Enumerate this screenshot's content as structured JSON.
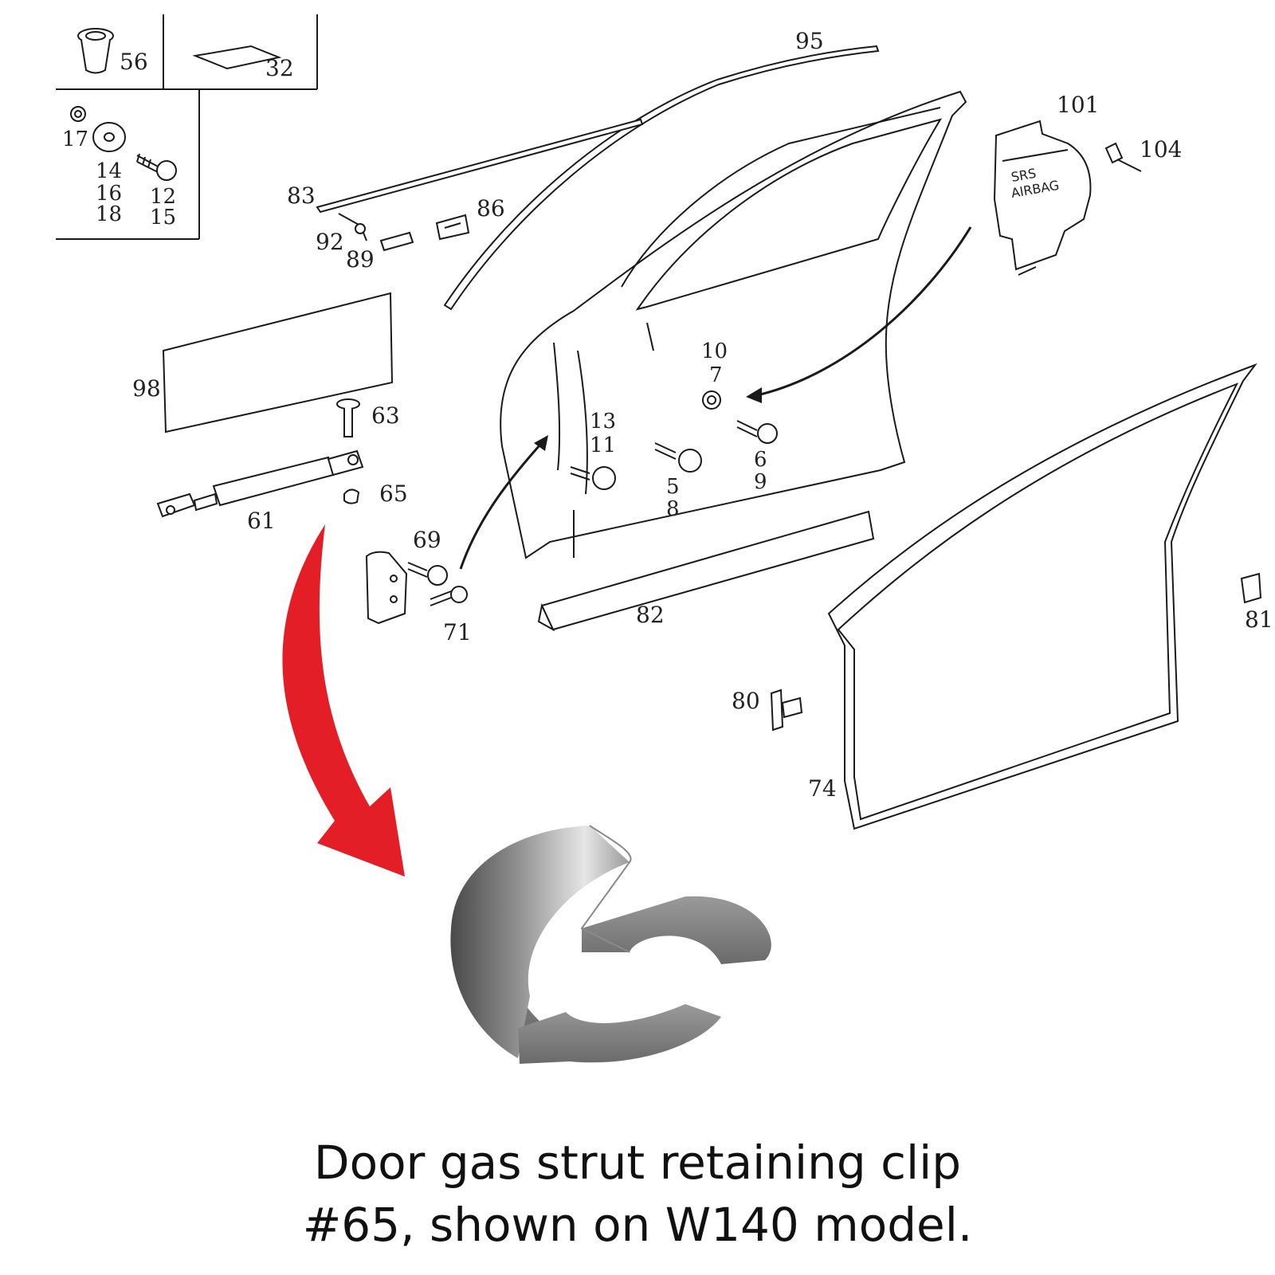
{
  "labels": {
    "p56": "56",
    "p32": "32",
    "p17": "17",
    "p14": "14",
    "p16": "16",
    "p18": "18",
    "p12": "12",
    "p15": "15",
    "p83": "83",
    "p92": "92",
    "p89": "89",
    "p86": "86",
    "p95": "95",
    "p101": "101",
    "p104": "104",
    "p98": "98",
    "p63": "63",
    "p61": "61",
    "p65": "65",
    "p10": "10",
    "p7": "7",
    "p13": "13",
    "p11": "11",
    "p5": "5",
    "p8": "8",
    "p6": "6",
    "p9": "9",
    "p69": "69",
    "p71": "71",
    "p82": "82",
    "p80": "80",
    "p74": "74",
    "p81": "81"
  },
  "airbag_text": [
    "SRS",
    "AIRBAG"
  ],
  "caption": {
    "line1": "Door gas strut retaining clip",
    "line2": "#65, shown on W140 model."
  },
  "colors": {
    "line": "#1a1a1a",
    "highlight_arrow": "#e41e26",
    "clip_shade": "#7a7a7a"
  }
}
